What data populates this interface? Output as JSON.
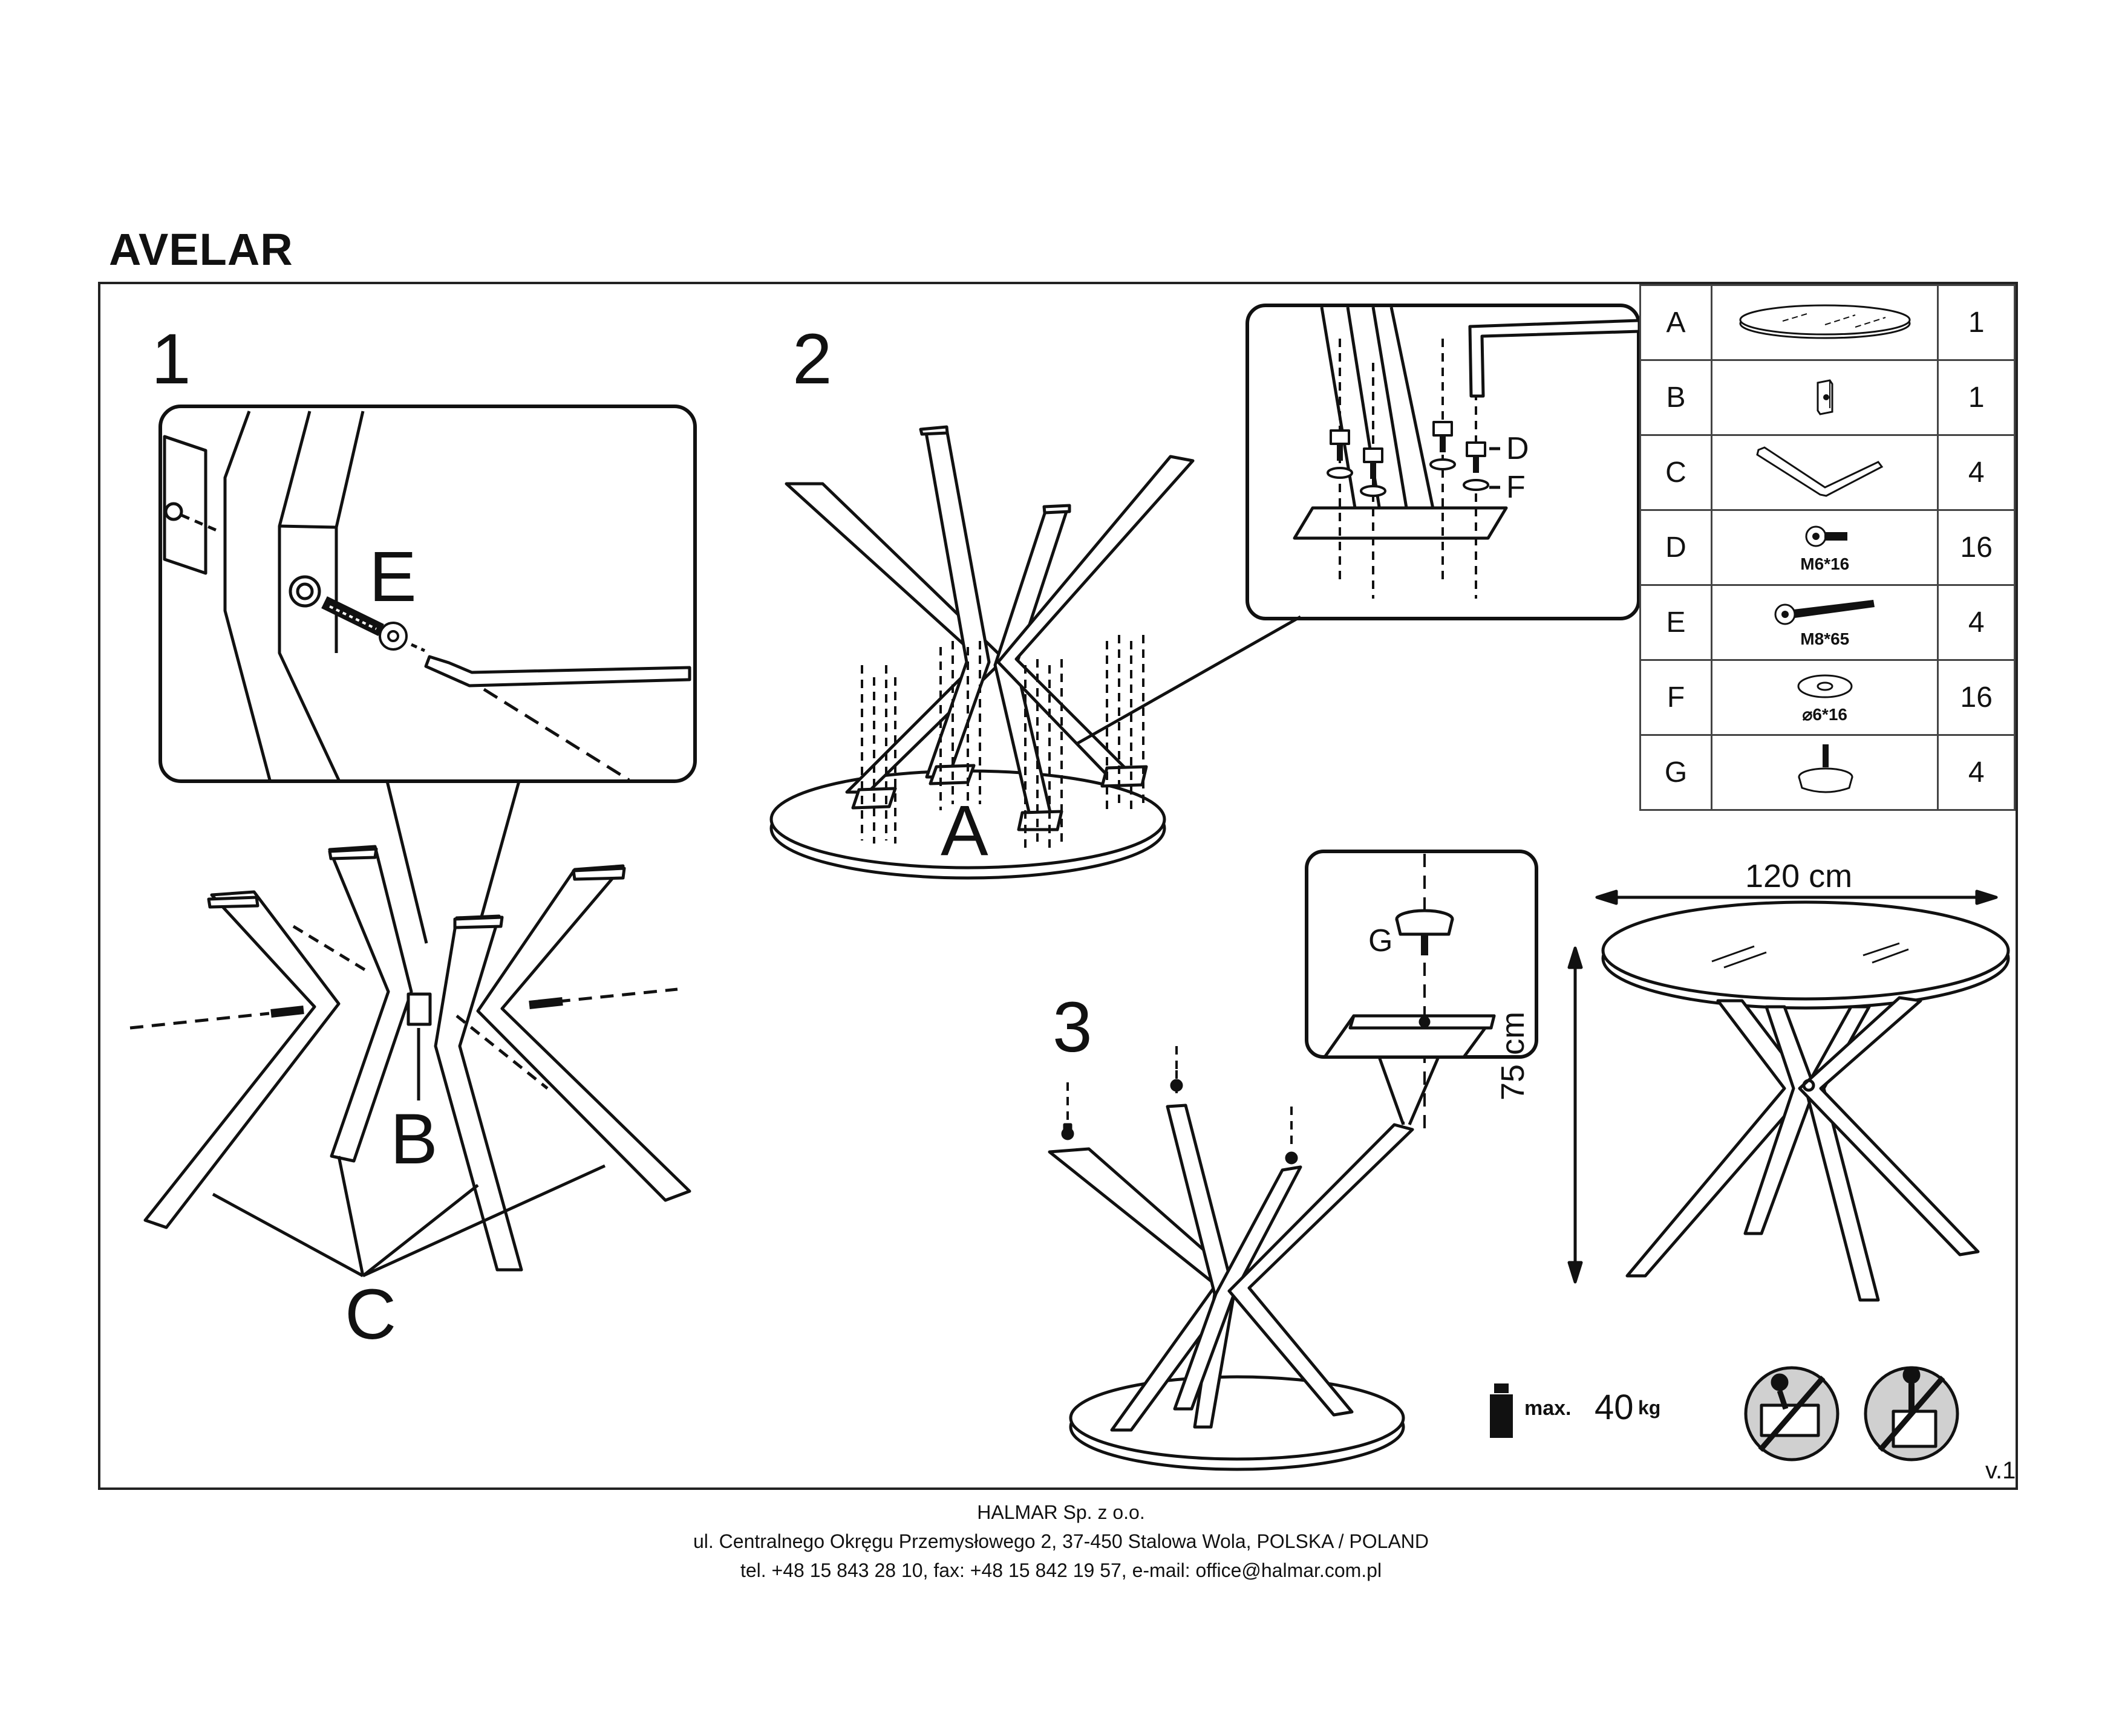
{
  "title": "AVELAR",
  "steps": [
    "1",
    "2",
    "3"
  ],
  "labels": {
    "step1_detail_part": "E",
    "step1_connector": "B",
    "step1_legs": "C",
    "step2_top": "A",
    "step2_bolt": "D",
    "step2_washer": "F",
    "step3_glide": "G"
  },
  "parts": [
    {
      "letter": "A",
      "icon": "glass-top-icon",
      "spec": "",
      "qty": "1"
    },
    {
      "letter": "B",
      "icon": "connector-block-icon",
      "spec": "",
      "qty": "1"
    },
    {
      "letter": "C",
      "icon": "leg-bracket-icon",
      "spec": "",
      "qty": "4"
    },
    {
      "letter": "D",
      "icon": "short-bolt-icon",
      "spec": "M6*16",
      "qty": "16"
    },
    {
      "letter": "E",
      "icon": "long-bolt-icon",
      "spec": "M8*65",
      "qty": "4"
    },
    {
      "letter": "F",
      "icon": "washer-icon",
      "spec": "⌀6*16",
      "qty": "16"
    },
    {
      "letter": "G",
      "icon": "leveling-foot-icon",
      "spec": "",
      "qty": "4"
    }
  ],
  "dimensions": {
    "width": "120 cm",
    "height": "75 cm"
  },
  "max_load": {
    "prefix": "max.",
    "value": "40",
    "unit": "kg"
  },
  "version": "v.1",
  "footer": [
    "HALMAR Sp. z o.o.",
    "ul. Centralnego Okręgu Przemysłowego 2, 37-450 Stalowa Wola, POLSKA / POLAND",
    "tel. +48 15 843 28 10, fax: +48 15 842 19 57, e-mail: office@halmar.com.pl"
  ]
}
